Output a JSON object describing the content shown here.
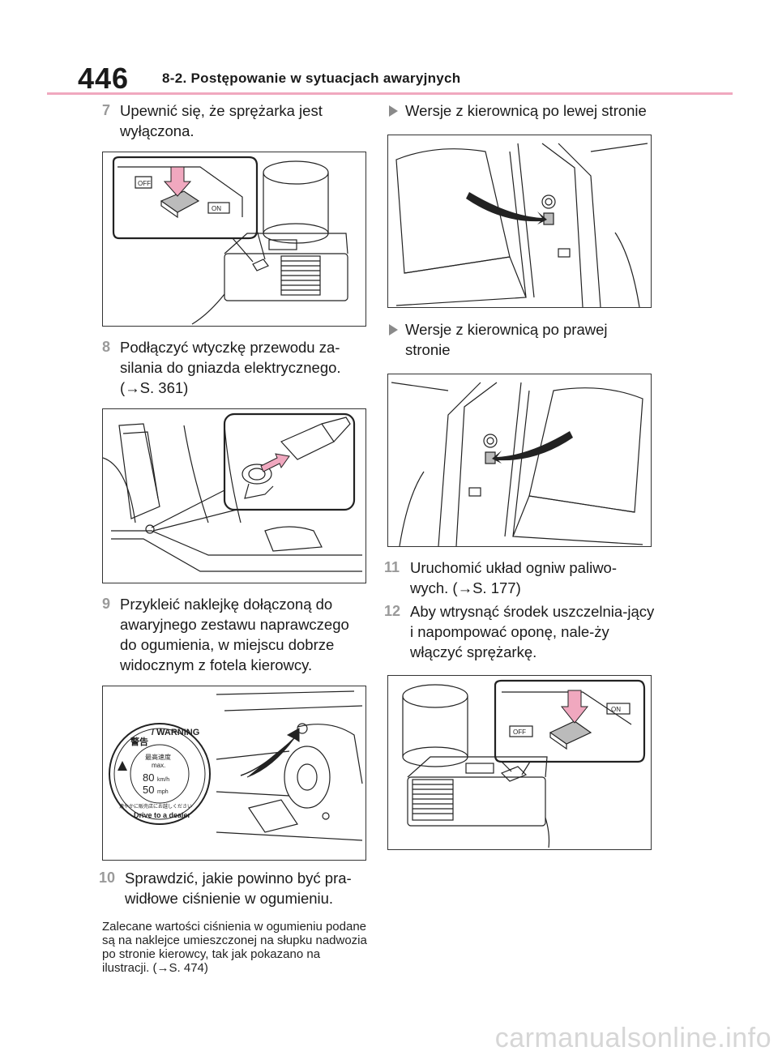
{
  "header": {
    "page_number": "446",
    "section": "8-2. Postępowanie w sytuacjach awaryjnych"
  },
  "steps": {
    "s7": {
      "num": "7",
      "text": "Upewnić się, że sprężarka jest wyłączona."
    },
    "s8": {
      "num": "8",
      "text": "Podłączyć wtyczkę przewodu za-silania do gniazda elektrycznego. (→S. 361)"
    },
    "s9": {
      "num": "9",
      "text": "Przykleić naklejkę dołączoną do awaryjnego zestawu naprawczego do ogumienia, w miejscu dobrze widocznym z fotela kierowcy."
    },
    "s10": {
      "num": "10",
      "text": "Sprawdzić, jakie powinno być pra-widłowe ciśnienie w ogumieniu."
    },
    "s11": {
      "num": "11",
      "text": "Uruchomić układ ogniw paliwo-wych. (→S. 177)"
    },
    "s12": {
      "num": "12",
      "text": "Aby wtrysnąć środek uszczelnia-jący i napompować oponę, nale-ży włączyć sprężarkę."
    }
  },
  "note10": "Zalecane wartości ciśnienia w ogumieniu podane są na naklejce umieszczonej na słupku nadwozia po stronie kierowcy, tak jak pokazano na ilustracji. (→S. 474)",
  "bullets": {
    "lhd": "Wersje z kierownicą po lewej stronie",
    "rhd": "Wersje z kierownicą po prawej stronie"
  },
  "figures": {
    "compressor": {
      "off_label": "OFF",
      "on_label": "ON"
    },
    "sticker": {
      "warning_jp": "警告",
      "warning_en": "/ WARNING",
      "speed_jp": "最高速度",
      "max_label": "max.",
      "kmh_value": "80",
      "kmh_unit": "km/h",
      "mph_value": "50",
      "mph_unit": "mph",
      "bottom_text": "Drive to a dealer",
      "jp_arc_text": "速やかに販売店にお越しください"
    }
  },
  "watermark": "carmanualsonline.info"
}
